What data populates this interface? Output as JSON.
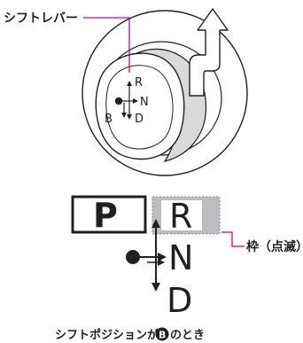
{
  "callouts": {
    "shift_lever": "シフトレバー",
    "frame_blinking": "枠（点滅）"
  },
  "knob": {
    "label_r": "R",
    "label_n": "N",
    "label_d": "D",
    "label_b": "B"
  },
  "indicator": {
    "label_p": "P",
    "label_r": "R",
    "label_n": "N",
    "label_d": "D"
  },
  "caption": {
    "prefix": "シフトポジションが",
    "suffix": "のとき",
    "badge_letter": "B"
  },
  "colors": {
    "callout_line": "#d6007f",
    "frame_fill": "#bcbdc0",
    "line": "#231f20"
  }
}
